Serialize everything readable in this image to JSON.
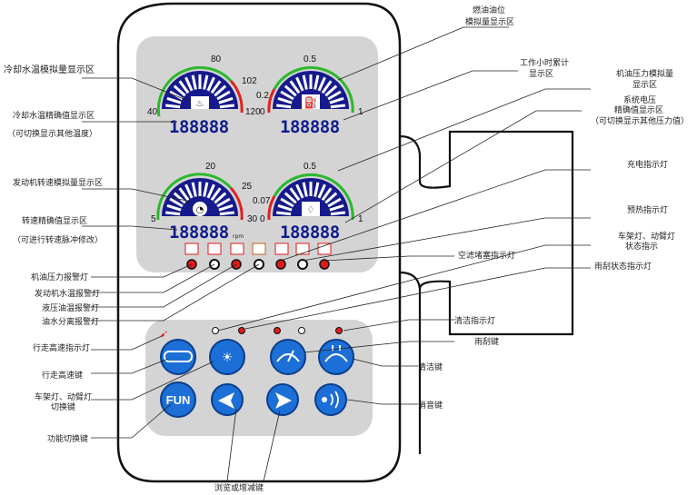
{
  "colors": {
    "panel_gray": "#d4d4d4",
    "gauge_navy": "#151a8c",
    "gauge_green": "#2cb82c",
    "gauge_red": "#e02020",
    "button_blue": "#1c6fd6",
    "lcd_text": "#0f1c8c",
    "indicator_red": "#e01a1a"
  },
  "gauges": {
    "coolant": {
      "tick_top": "80",
      "tick_left": "40",
      "tick_right_high": "102",
      "tick_right_low": "120",
      "lcd": "188888"
    },
    "fuel": {
      "tick_top": "0.5",
      "tick_left": "0",
      "tick_right_high": "0.2",
      "tick_right_low": "1",
      "lcd": "188888"
    },
    "engine_speed": {
      "tick_top": "20",
      "tick_left": "5",
      "tick_right_high": "25",
      "tick_right_low": "30",
      "lcd": "188888",
      "unit": "rpm"
    },
    "oil_pressure": {
      "tick_top": "0.5",
      "tick_left": "0",
      "tick_right_high": "0.07",
      "tick_right_low": "1",
      "lcd": "188888"
    }
  },
  "buttons": {
    "function_label": "FUN"
  },
  "labels": {
    "coolant_analog": "冷却水温模拟量显示区",
    "coolant_precise": "冷却水温精确值显示区",
    "coolant_precise_note": "（可切换显示其他温度）",
    "engine_speed_analog": "发动机转速模拟量显示区",
    "speed_precise": "转速精确值显示区",
    "speed_precise_note": "（可进行转速脉冲修改）",
    "oil_pressure_warning": "机油压力报警灯",
    "coolant_temp_warning": "发动机水温报警灯",
    "hydraulic_oil_temp_warning": "液压油温报警灯",
    "oil_water_sep_warning": "油水分离报警灯",
    "travel_high_speed_indicator": "行走高速指示灯",
    "travel_high_speed_key": "行走高速键",
    "work_light_key": "车架灯、动臂灯",
    "work_light_key_2": "切换键",
    "function_switch_key": "功能切换键",
    "browse_keys": "浏览或增减键",
    "fuel_level_1": "燃油油位",
    "fuel_level_2": "模拟量显示区",
    "work_hours_1": "工作小时累计",
    "work_hours_2": "显示区",
    "oil_pressure_analog_1": "机油压力模拟量",
    "oil_pressure_analog_2": "显示区",
    "system_voltage_1": "系统电压",
    "system_voltage_2": "精确值显示区",
    "system_voltage_3": "（可切换显示其他压力值）",
    "charge_light": "充电指示灯",
    "preheat_light": "预热指示灯",
    "air_filter_light": "空滤堵塞指示灯",
    "frame_boom_light_1": "车架灯、动臂灯",
    "frame_boom_light_2": "状态指示",
    "wiper_status_light": "雨刮状态指示灯",
    "washer_indicator": "清洁指示灯",
    "wiper_key": "雨刮键",
    "washer_key": "清洁键",
    "mute_key": "消音键"
  }
}
